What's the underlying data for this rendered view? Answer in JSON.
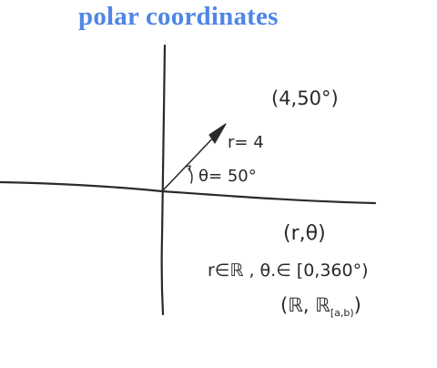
{
  "title": "polar coordinates",
  "point_label": "(4,50°)",
  "r_label": "r= 4",
  "theta_label": "θ= 50°",
  "pair_label": "(r,θ)",
  "domain_label": "r∈ℝ , θ.∈ [0,360°)",
  "sets_label": "(ℝ, ℝ",
  "sets_subscript": "[a,b)",
  "sets_close": ")",
  "colors": {
    "title": "#4f86e6",
    "ink": "#2a2a2a"
  }
}
